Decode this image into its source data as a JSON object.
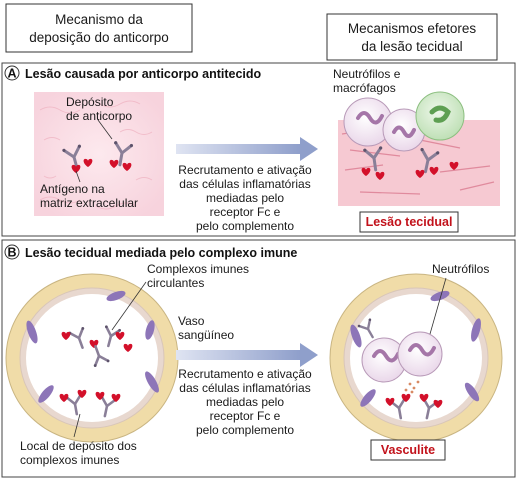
{
  "headers": {
    "left_line1": "Mecanismo da",
    "left_line2": "deposição do anticorpo",
    "right_line1": "Mecanismos efetores",
    "right_line2": "da lesão tecidual"
  },
  "section_a": {
    "letter": "A",
    "title": "Lesão causada por anticorpo antitecido",
    "deposit_line1": "Depósito",
    "deposit_line2": "de anticorpo",
    "antigen_line1": "Antígeno na",
    "antigen_line2": "matriz extracelular",
    "mechanism_lines": [
      "Recrutamento e ativação",
      "das células inflamatórias",
      "mediadas pelo",
      "receptor Fc e",
      "pelo complemento"
    ],
    "cells_line1": "Neutrófilos e",
    "cells_line2": "macrófagos",
    "result": "Lesão tecidual"
  },
  "section_b": {
    "letter": "B",
    "title": "Lesão tecidual mediada pelo complexo imune",
    "complexes_line1": "Complexos imunes",
    "complexes_line2": "circulantes",
    "vessel_line1": "Vaso",
    "vessel_line2": "sangüíneo",
    "mechanism_lines": [
      "Recrutamento e ativação",
      "das células inflamatórias",
      "mediadas pelo",
      "receptor Fc e",
      "pelo complemento"
    ],
    "neutrophils": "Neutrófilos",
    "site_line1": "Local de depósito dos",
    "site_line2": "complexos imunes",
    "result": "Vasculite"
  },
  "colors": {
    "antibody": "#8a7f98",
    "antigen": "#d3102a",
    "arrow": "#9aa8cc",
    "panel_pink": "#fbe4ea",
    "vessel_wall": "#f0dca8",
    "endothelial": "#8d75b8",
    "result_red": "#c2121b"
  }
}
